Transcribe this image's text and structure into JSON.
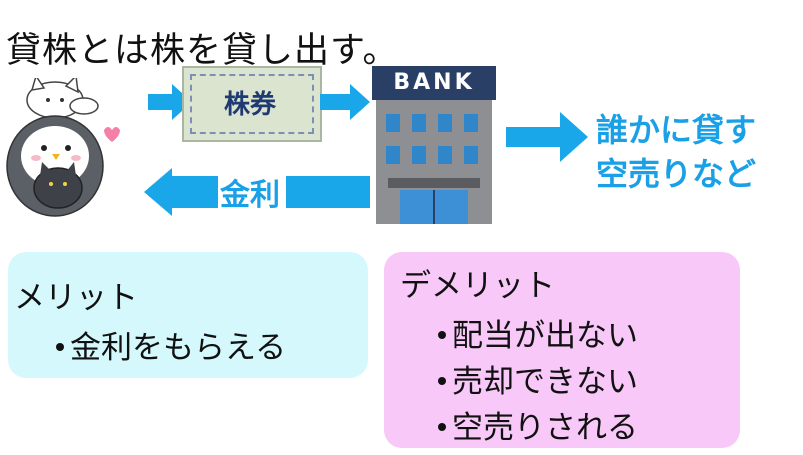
{
  "title": "貸株とは株を貸し出す。",
  "stock_label": "株券",
  "bank_label": "BANK",
  "interest_label": "金利",
  "outcome_lines": [
    "誰かに貸す",
    "空売りなど"
  ],
  "merit": {
    "heading": "メリット",
    "items": [
      "金利をもらえる"
    ]
  },
  "demerit": {
    "heading": "デメリット",
    "items": [
      "配当が出ない",
      "売却できない",
      "空売りされる"
    ]
  },
  "colors": {
    "arrow": "#19a7ea",
    "merit_bg": "#d4f8fb",
    "demerit_bg": "#f8c8f8",
    "bank_body": "#8d8f92",
    "bank_header": "#2a3f66",
    "window": "#2f86c8"
  }
}
